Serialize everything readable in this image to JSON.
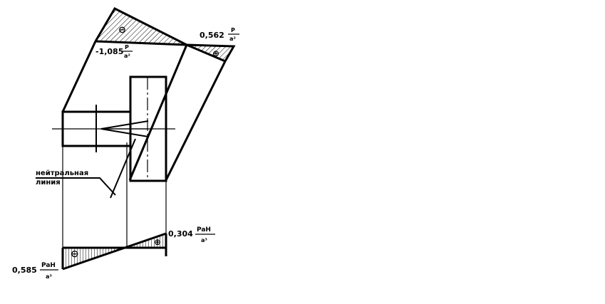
{
  "diagram": {
    "labels": {
      "top_right_value": "0,562",
      "top_right_num": "P",
      "top_right_den": "a²",
      "top_left_value": "-1,085",
      "top_left_num": "P",
      "top_left_den": "a²",
      "neutral_line_1": "нейтральная",
      "neutral_line_2": "линия",
      "bottom_right_value": "0,304",
      "bottom_right_num": "PaH",
      "bottom_right_den": "a³",
      "bottom_left_value": "0,585",
      "bottom_left_num": "PaH",
      "bottom_left_den": "a³"
    },
    "signs": {
      "minus": "⊖",
      "plus": "⊕"
    }
  }
}
